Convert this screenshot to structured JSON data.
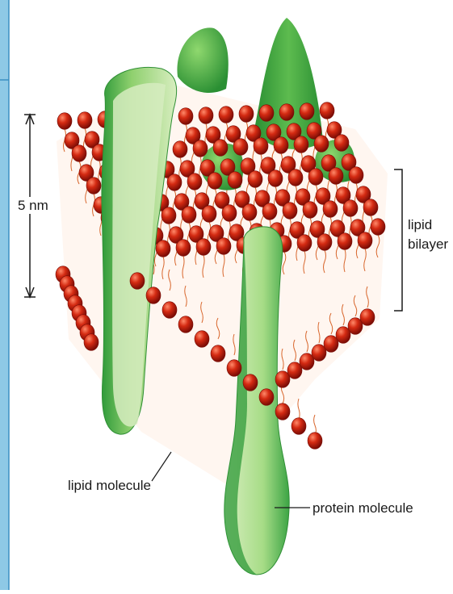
{
  "labels": {
    "thickness": "5 nm",
    "bilayer_line1": "lipid",
    "bilayer_line2": "bilayer",
    "lipid_molecule": "lipid molecule",
    "protein_molecule": "protein molecule"
  },
  "colors": {
    "sidebar": "#8ec9e6",
    "sidebar_border": "#3a8fc2",
    "lipid_head": "#c8200f",
    "lipid_head_dark": "#7a0c05",
    "lipid_tail": "#d8662c",
    "protein_light": "#d2ebb8",
    "protein_mid": "#8fd06e",
    "protein_dark": "#2f9a3a"
  }
}
